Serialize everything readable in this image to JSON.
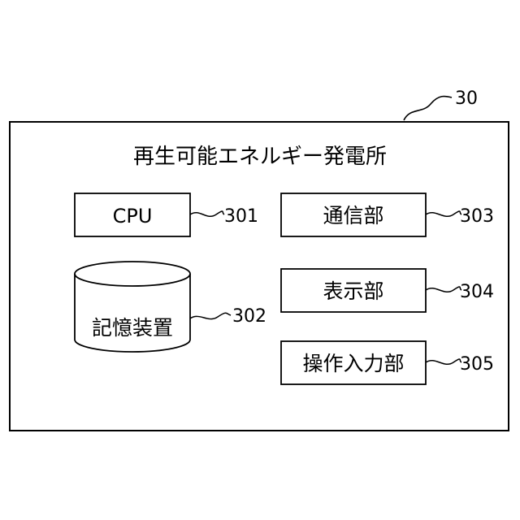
{
  "diagram": {
    "ref_main": "30",
    "title": "再生可能エネルギー発電所",
    "components": {
      "cpu": {
        "label": "CPU",
        "ref": "301"
      },
      "storage": {
        "label": "記憶装置",
        "ref": "302"
      },
      "comm": {
        "label": "通信部",
        "ref": "303"
      },
      "display": {
        "label": "表示部",
        "ref": "304"
      },
      "input": {
        "label": "操作入力部",
        "ref": "305"
      }
    }
  }
}
